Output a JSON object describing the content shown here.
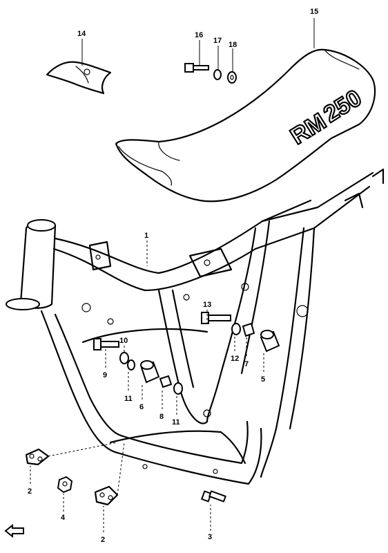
{
  "seat_logo": {
    "model_letters": "RM",
    "model_number": "250"
  },
  "callouts": [
    {
      "label": "15"
    },
    {
      "label": "14"
    },
    {
      "label": "16"
    },
    {
      "label": "17"
    },
    {
      "label": "18"
    },
    {
      "label": "1"
    },
    {
      "label": "13"
    },
    {
      "label": "10"
    },
    {
      "label": "9"
    },
    {
      "label": "12"
    },
    {
      "label": "7"
    },
    {
      "label": "5"
    },
    {
      "label": "11"
    },
    {
      "label": "6"
    },
    {
      "label": "8"
    },
    {
      "label": "11"
    },
    {
      "label": "2"
    },
    {
      "label": "4"
    },
    {
      "label": "2"
    },
    {
      "label": "3"
    }
  ]
}
